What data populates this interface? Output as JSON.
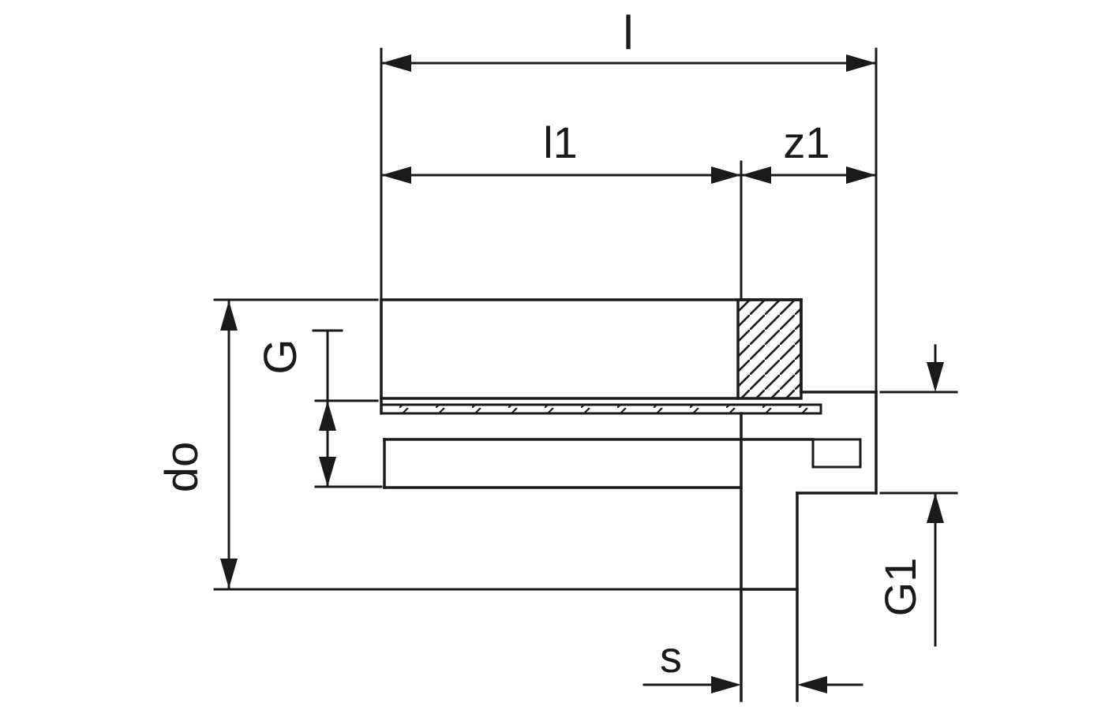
{
  "colors": {
    "line": "#1a1a1a",
    "background": "#ffffff"
  },
  "dimensions": {
    "l": {
      "label": "l"
    },
    "l1": {
      "label": "l1"
    },
    "z1": {
      "label": "z1"
    },
    "G": {
      "label": "G"
    },
    "do": {
      "label": "do"
    },
    "G1": {
      "label": "G1"
    },
    "s": {
      "label": "s"
    }
  }
}
